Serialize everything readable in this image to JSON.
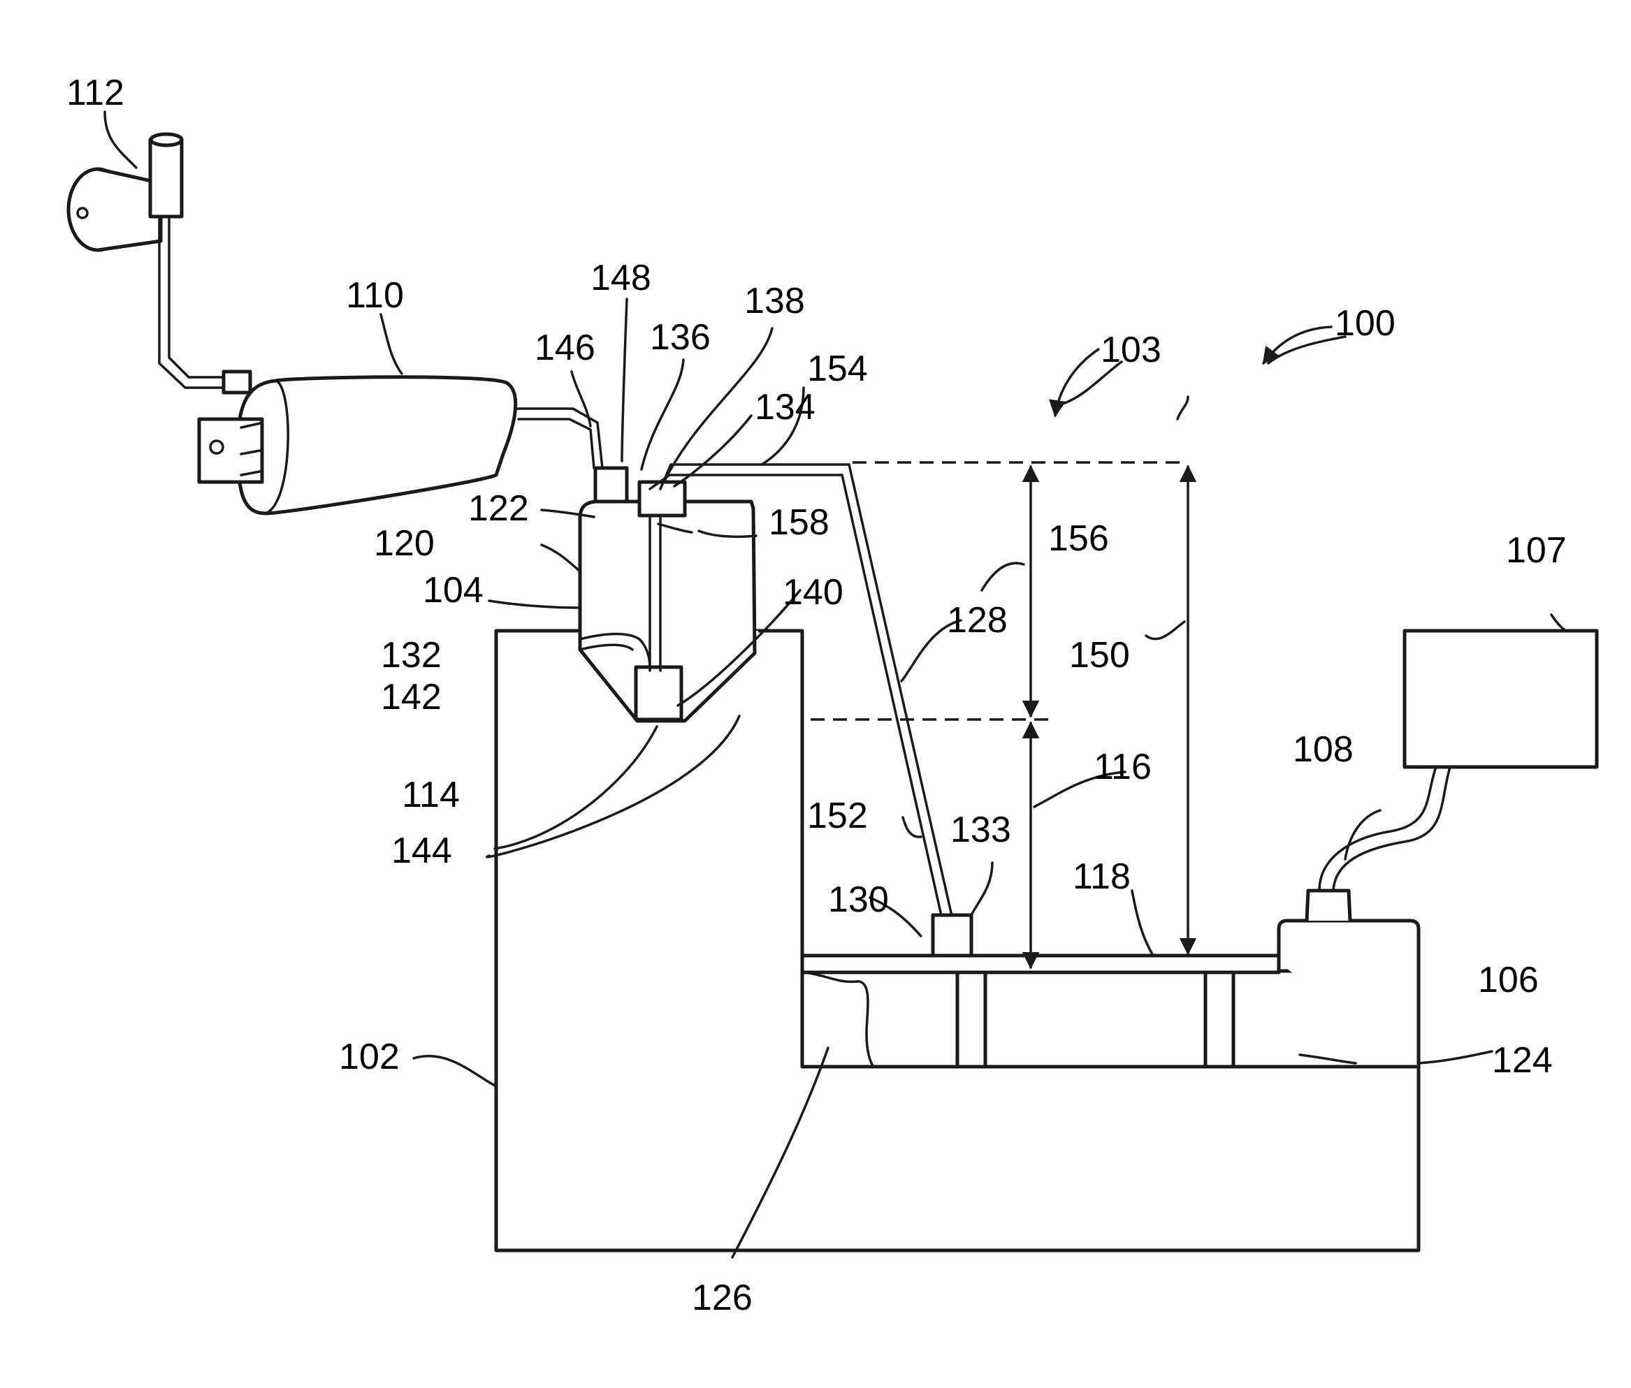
{
  "labels": [
    {
      "id": "100",
      "text": "100"
    },
    {
      "id": "102",
      "text": "102"
    },
    {
      "id": "103",
      "text": "103"
    },
    {
      "id": "104",
      "text": "104"
    },
    {
      "id": "106",
      "text": "106"
    },
    {
      "id": "107",
      "text": "107"
    },
    {
      "id": "108",
      "text": "108"
    },
    {
      "id": "110",
      "text": "110"
    },
    {
      "id": "112",
      "text": "112"
    },
    {
      "id": "114",
      "text": "114"
    },
    {
      "id": "116",
      "text": "116"
    },
    {
      "id": "118",
      "text": "118"
    },
    {
      "id": "120",
      "text": "120"
    },
    {
      "id": "122",
      "text": "122"
    },
    {
      "id": "124",
      "text": "124"
    },
    {
      "id": "126",
      "text": "126"
    },
    {
      "id": "128",
      "text": "128"
    },
    {
      "id": "130",
      "text": "130"
    },
    {
      "id": "132",
      "text": "132"
    },
    {
      "id": "133",
      "text": "133"
    },
    {
      "id": "134",
      "text": "134"
    },
    {
      "id": "136",
      "text": "136"
    },
    {
      "id": "138",
      "text": "138"
    },
    {
      "id": "140",
      "text": "140"
    },
    {
      "id": "142",
      "text": "142"
    },
    {
      "id": "144",
      "text": "144"
    },
    {
      "id": "146",
      "text": "146"
    },
    {
      "id": "148",
      "text": "148"
    },
    {
      "id": "150",
      "text": "150"
    },
    {
      "id": "152",
      "text": "152"
    },
    {
      "id": "154",
      "text": "154"
    },
    {
      "id": "156",
      "text": "156"
    },
    {
      "id": "158",
      "text": "158"
    }
  ]
}
